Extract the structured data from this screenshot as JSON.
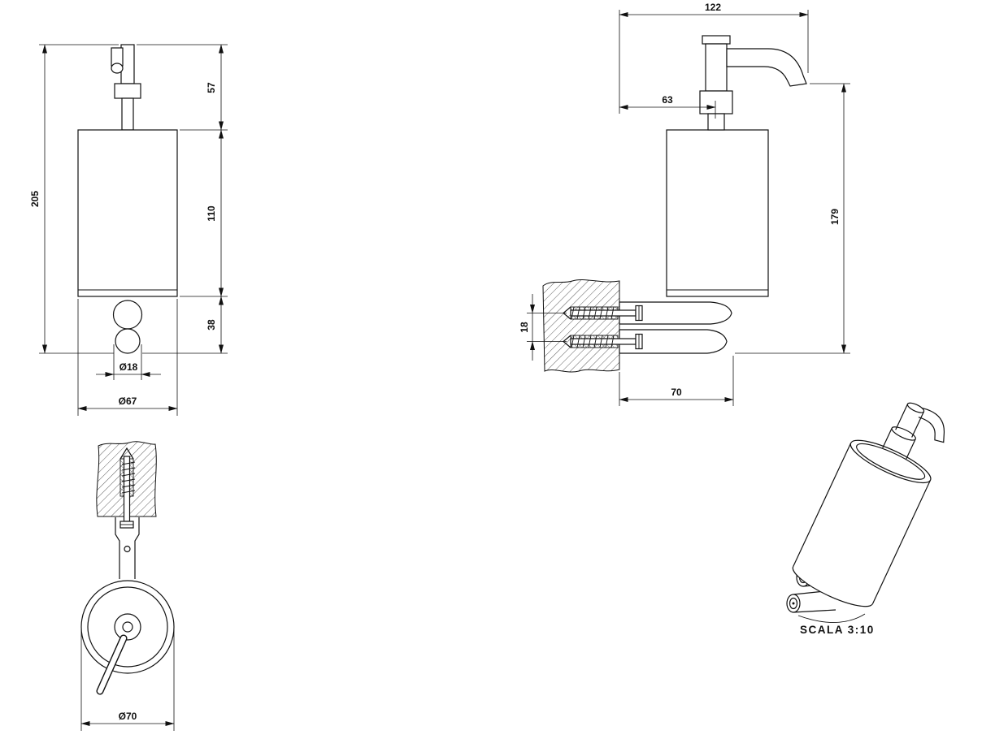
{
  "colors": {
    "line": "#111111",
    "background": "#ffffff"
  },
  "front_view": {
    "dim_total_height": "205",
    "dim_pump_height": "57",
    "dim_body_height": "110",
    "dim_bracket_height": "38",
    "dim_pin_diameter": "Ø18",
    "dim_body_diameter": "Ø67"
  },
  "side_view": {
    "dim_total_depth": "122",
    "dim_wall_to_pump_axis": "63",
    "dim_total_height": "179",
    "dim_screw_spacing": "18",
    "dim_bracket_depth": "70"
  },
  "top_view": {
    "dim_flange_diameter": "Ø70"
  },
  "iso_view": {
    "scale_label": "SCALA 3:10"
  }
}
